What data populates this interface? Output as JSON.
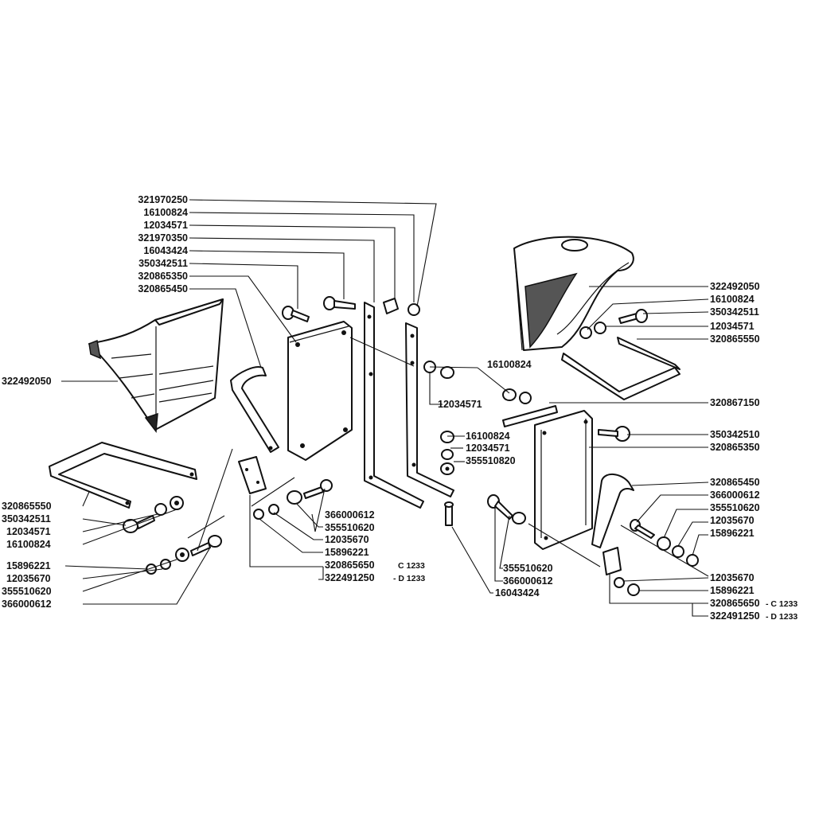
{
  "left_labels": [
    {
      "code": "321970250"
    },
    {
      "code": "16100824"
    },
    {
      "code": "12034571"
    },
    {
      "code": "321970350"
    },
    {
      "code": "16043424"
    },
    {
      "code": "350342511"
    },
    {
      "code": "320865350"
    },
    {
      "code": "320865450"
    },
    {
      "code": "322492050"
    },
    {
      "code": "320865550"
    },
    {
      "code": "350342511"
    },
    {
      "code": "12034571"
    },
    {
      "code": "16100824"
    },
    {
      "code": "15896221"
    },
    {
      "code": "12035670"
    },
    {
      "code": "355510620"
    },
    {
      "code": "366000612"
    }
  ],
  "center_labels": [
    {
      "code": "16100824"
    },
    {
      "code": "12034571"
    },
    {
      "code": "16100824"
    },
    {
      "code": "12034571"
    },
    {
      "code": "355510820"
    },
    {
      "code": "366000612"
    },
    {
      "code": "355510620"
    },
    {
      "code": "12035670"
    },
    {
      "code": "15896221"
    },
    {
      "code": "320865650",
      "suffix": "C 1233"
    },
    {
      "code": "322491250",
      "suffix": "- D 1233"
    },
    {
      "code": "355510620"
    },
    {
      "code": "366000612"
    },
    {
      "code": "16043424"
    }
  ],
  "right_labels": [
    {
      "code": "322492050"
    },
    {
      "code": "16100824"
    },
    {
      "code": "350342511"
    },
    {
      "code": "12034571"
    },
    {
      "code": "320865550"
    },
    {
      "code": "320867150"
    },
    {
      "code": "350342510"
    },
    {
      "code": "320865350"
    },
    {
      "code": "320865450"
    },
    {
      "code": "366000612"
    },
    {
      "code": "355510620"
    },
    {
      "code": "12035670"
    },
    {
      "code": "15896221"
    },
    {
      "code": "12035670"
    },
    {
      "code": "15896221"
    },
    {
      "code": "320865650",
      "suffix": "- C 1233"
    },
    {
      "code": "322491250",
      "suffix": "- D 1233"
    }
  ]
}
